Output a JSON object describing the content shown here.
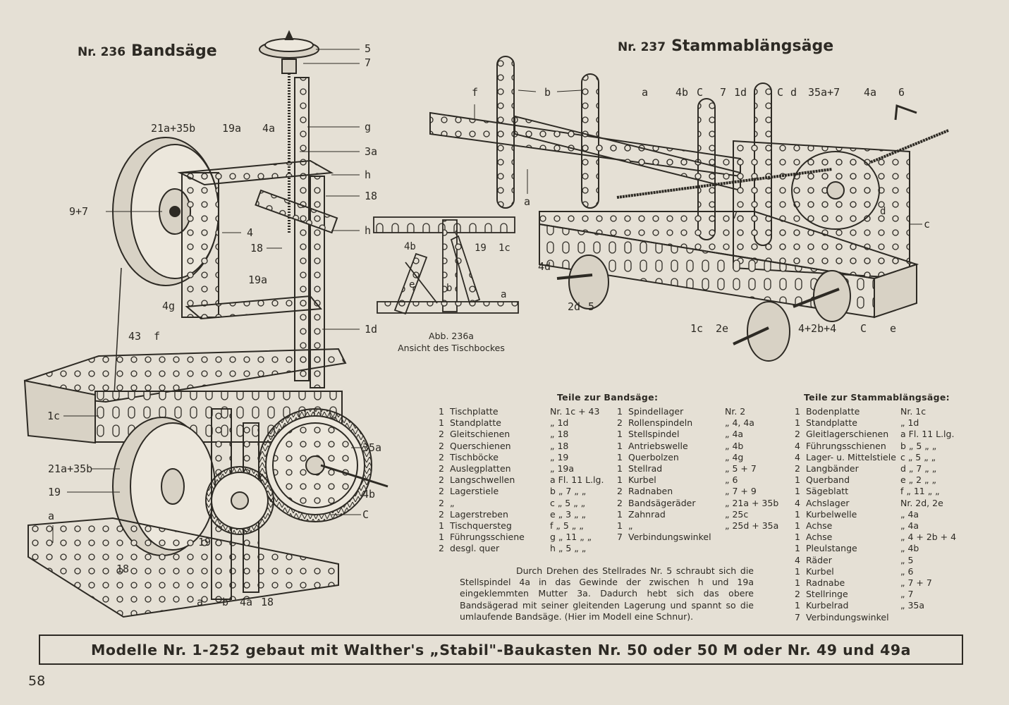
{
  "model236": {
    "nr": "Nr. 236",
    "name": "Bandsäge",
    "labels": [
      "5",
      "7",
      "21a+35b",
      "19a",
      "4a",
      "g",
      "3a",
      "h",
      "18",
      "9+7",
      "4",
      "h",
      "18",
      "19a",
      "4g",
      "1d",
      "43",
      "f",
      "1c",
      "35a",
      "21a+35b",
      "4b",
      "19",
      "C",
      "a",
      "19",
      "18",
      "a",
      "b",
      "4a",
      "18"
    ]
  },
  "model237": {
    "nr": "Nr. 237",
    "name": "Stammablängsäge",
    "labels": [
      "f",
      "b",
      "a",
      "4b",
      "C",
      "7",
      "1d",
      "C",
      "d",
      "35a+7",
      "4a",
      "6",
      "a",
      "c",
      "d",
      "7",
      "4d",
      "2d",
      "5",
      "1c",
      "2e",
      "4+2b+4",
      "C",
      "e"
    ]
  },
  "detail236a": {
    "labels": [
      "4b",
      "19",
      "1c",
      "e",
      "b",
      "a"
    ],
    "caption_line1": "Abb. 236a",
    "caption_line2": "Ansicht des Tischbockes"
  },
  "parts_bandsaege": {
    "heading": "Teile zur Bandsäge:",
    "col1": [
      {
        "q": "1",
        "d": "Tischplatte",
        "r": "Nr.  1c + 43"
      },
      {
        "q": "1",
        "d": "Standplatte",
        "r": "„  1d"
      },
      {
        "q": "2",
        "d": "Gleitschienen",
        "r": "„  18"
      },
      {
        "q": "2",
        "d": "Querschienen",
        "r": "„  18"
      },
      {
        "q": "2",
        "d": "Tischböcke",
        "r": "„  19"
      },
      {
        "q": "2",
        "d": "Auslegplatten",
        "r": "„  19a"
      },
      {
        "q": "2",
        "d": "Langschwellen",
        "r": "a Fl. 11 L.lg."
      },
      {
        "q": "2",
        "d": "Lagerstiele",
        "r": "b  „  7 „ „"
      },
      {
        "q": "2",
        "d": "      „",
        "r": "c  „  5 „ „"
      },
      {
        "q": "2",
        "d": "Lagerstreben",
        "r": "e  „  3 „ „"
      },
      {
        "q": "1",
        "d": "Tischquersteg",
        "r": "f  „  5 „ „"
      },
      {
        "q": "1",
        "d": "Führungsschiene",
        "r": "g  „  11 „ „"
      },
      {
        "q": "2",
        "d": "desgl. quer",
        "r": "h  „  5 „ „"
      }
    ],
    "col2": [
      {
        "q": "1",
        "d": "Spindellager",
        "r": "Nr.  2"
      },
      {
        "q": "2",
        "d": "Rollenspindeln",
        "r": "„  4, 4a"
      },
      {
        "q": "1",
        "d": "Stellspindel",
        "r": "„  4a"
      },
      {
        "q": "1",
        "d": "Antriebswelle",
        "r": "„  4b"
      },
      {
        "q": "1",
        "d": "Querbolzen",
        "r": "„  4g"
      },
      {
        "q": "1",
        "d": "Stellrad",
        "r": "„  5 + 7"
      },
      {
        "q": "1",
        "d": "Kurbel",
        "r": "„  6"
      },
      {
        "q": "2",
        "d": "Radnaben",
        "r": "„  7 + 9"
      },
      {
        "q": "2",
        "d": "Bandsägeräder",
        "r": "„  21a + 35b"
      },
      {
        "q": "1",
        "d": "Zahnrad",
        "r": "„  25c"
      },
      {
        "q": "1",
        "d": "      „",
        "r": "„  25d + 35a"
      },
      {
        "q": "7",
        "d": "Verbindungswinkel",
        "r": ""
      }
    ],
    "description": "Durch Drehen des Stellrades Nr. 5 schraubt sich die Stellspindel 4a in das Gewinde der zwischen h und 19a eingeklemmten Mutter 3a. Dadurch hebt sich das obere Bandsägerad mit seiner gleitenden Lagerung und spannt so die umlaufende Bandsäge. (Hier im Modell eine Schnur)."
  },
  "parts_stamm": {
    "heading": "Teile zur Stammablängsäge:",
    "rows": [
      {
        "q": "1",
        "d": "Bodenplatte",
        "r": "Nr.  1c"
      },
      {
        "q": "1",
        "d": "Standplatte",
        "r": "„  1d"
      },
      {
        "q": "2",
        "d": "Gleitlagerschienen",
        "r": "a Fl. 11 L.lg."
      },
      {
        "q": "4",
        "d": "Führungsschienen",
        "r": "b  „  5 „ „"
      },
      {
        "q": "4",
        "d": "Lager- u. Mittelstiele",
        "r": "c  „  5 „ „"
      },
      {
        "q": "2",
        "d": "Langbänder",
        "r": "d  „  7 „ „"
      },
      {
        "q": "1",
        "d": "Querband",
        "r": "e  „  2 „ „"
      },
      {
        "q": "1",
        "d": "Sägeblatt",
        "r": "f  „  11 „ „"
      },
      {
        "q": "4",
        "d": "Achslager",
        "r": "Nr.  2d, 2e"
      },
      {
        "q": "1",
        "d": "Kurbelwelle",
        "r": "„  4a"
      },
      {
        "q": "1",
        "d": "Achse",
        "r": "„  4a"
      },
      {
        "q": "1",
        "d": "Achse",
        "r": "„  4 + 2b + 4"
      },
      {
        "q": "1",
        "d": "Pleulstange",
        "r": "„  4b"
      },
      {
        "q": "4",
        "d": "Räder",
        "r": "„  5"
      },
      {
        "q": "1",
        "d": "Kurbel",
        "r": "„  6"
      },
      {
        "q": "1",
        "d": "Radnabe",
        "r": "„  7 + 7"
      },
      {
        "q": "2",
        "d": "Stellringe",
        "r": "„  7"
      },
      {
        "q": "1",
        "d": "Kurbelrad",
        "r": "„  35a"
      },
      {
        "q": "7",
        "d": "Verbindungswinkel",
        "r": ""
      }
    ]
  },
  "banner": "Modelle Nr. 1-252 gebaut mit Walther's „Stabil\"-Baukasten Nr. 50 oder 50 M oder Nr. 49 und 49a",
  "page_number": "58"
}
